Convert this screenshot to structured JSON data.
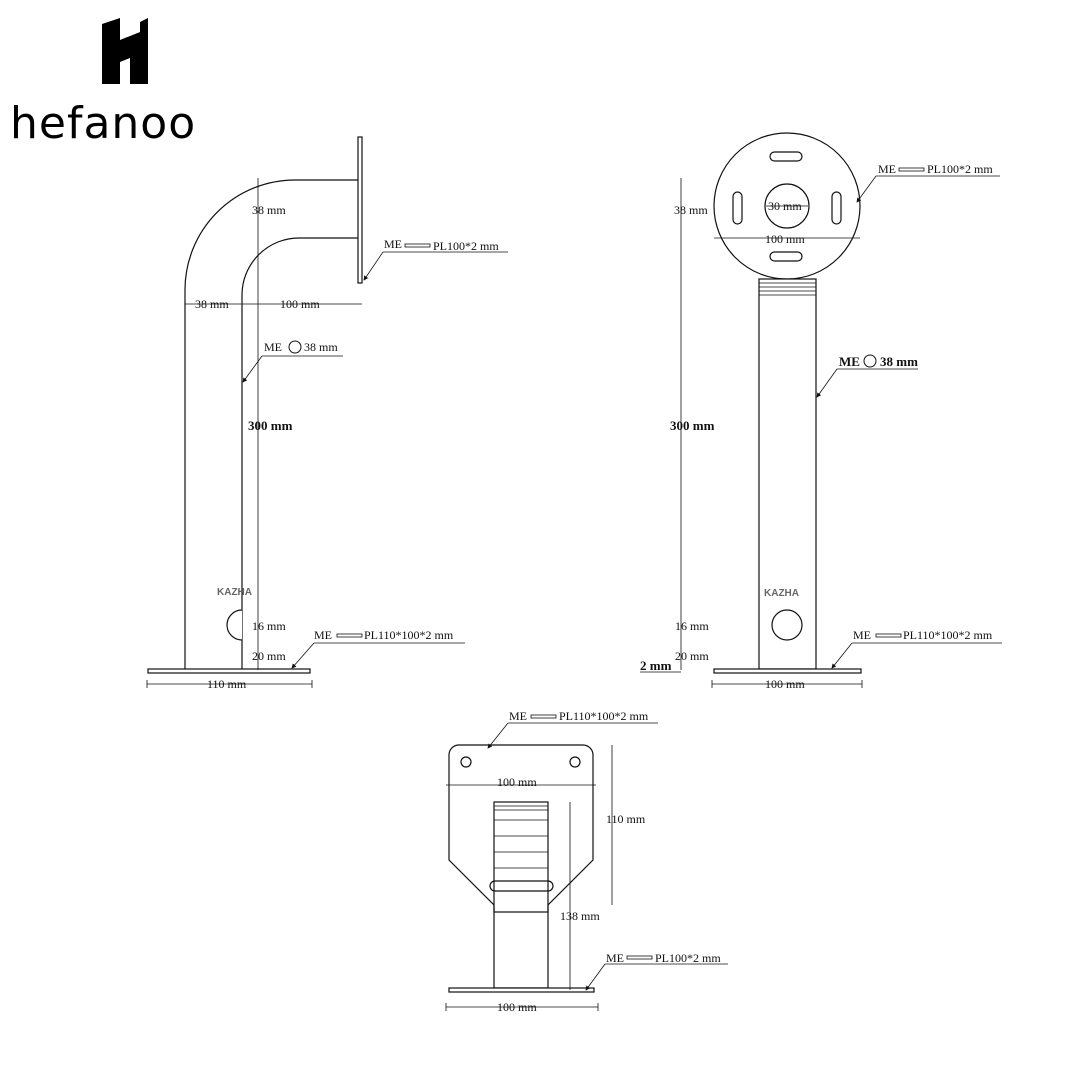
{
  "brand": {
    "name": "hefanoo",
    "logo_icon": "h-monogram-icon",
    "color": "#000000"
  },
  "side_view": {
    "dim_top_gap": "38 mm",
    "dim_tube_left": "38 mm",
    "dim_arm_length": "100 mm",
    "dim_height": "300 mm",
    "dim_notch": "16 mm",
    "dim_base_gap": "20 mm",
    "dim_base_width": "110 mm",
    "label_top_plate_prefix": "ME",
    "label_top_plate": "PL100*2 mm",
    "label_tube_prefix": "ME",
    "label_tube": "38 mm",
    "label_base_prefix": "ME",
    "label_base": "PL110*100*2 mm",
    "stamp": "KAZHA"
  },
  "front_view": {
    "dim_top_gap": "38 mm",
    "dim_center_hole": "30 mm",
    "dim_plate_width": "100 mm",
    "dim_height": "300 mm",
    "dim_notch": "16 mm",
    "dim_base_gap": "20 mm",
    "dim_base_thickness": "2 mm",
    "dim_base_width": "100 mm",
    "label_top_plate_prefix": "ME",
    "label_top_plate": "PL100*2 mm",
    "label_tube_prefix": "ME",
    "label_tube": "38 mm",
    "label_base_prefix": "ME",
    "label_base": "PL110*100*2 mm",
    "stamp": "KAZHA"
  },
  "bottom_view": {
    "label_top_prefix": "ME",
    "label_top": "PL110*100*2 mm",
    "dim_plate_width": "100 mm",
    "dim_plate_height": "110 mm",
    "dim_height": "138 mm",
    "label_base_prefix": "ME",
    "label_base": "PL100*2 mm",
    "dim_base_width": "100 mm"
  }
}
